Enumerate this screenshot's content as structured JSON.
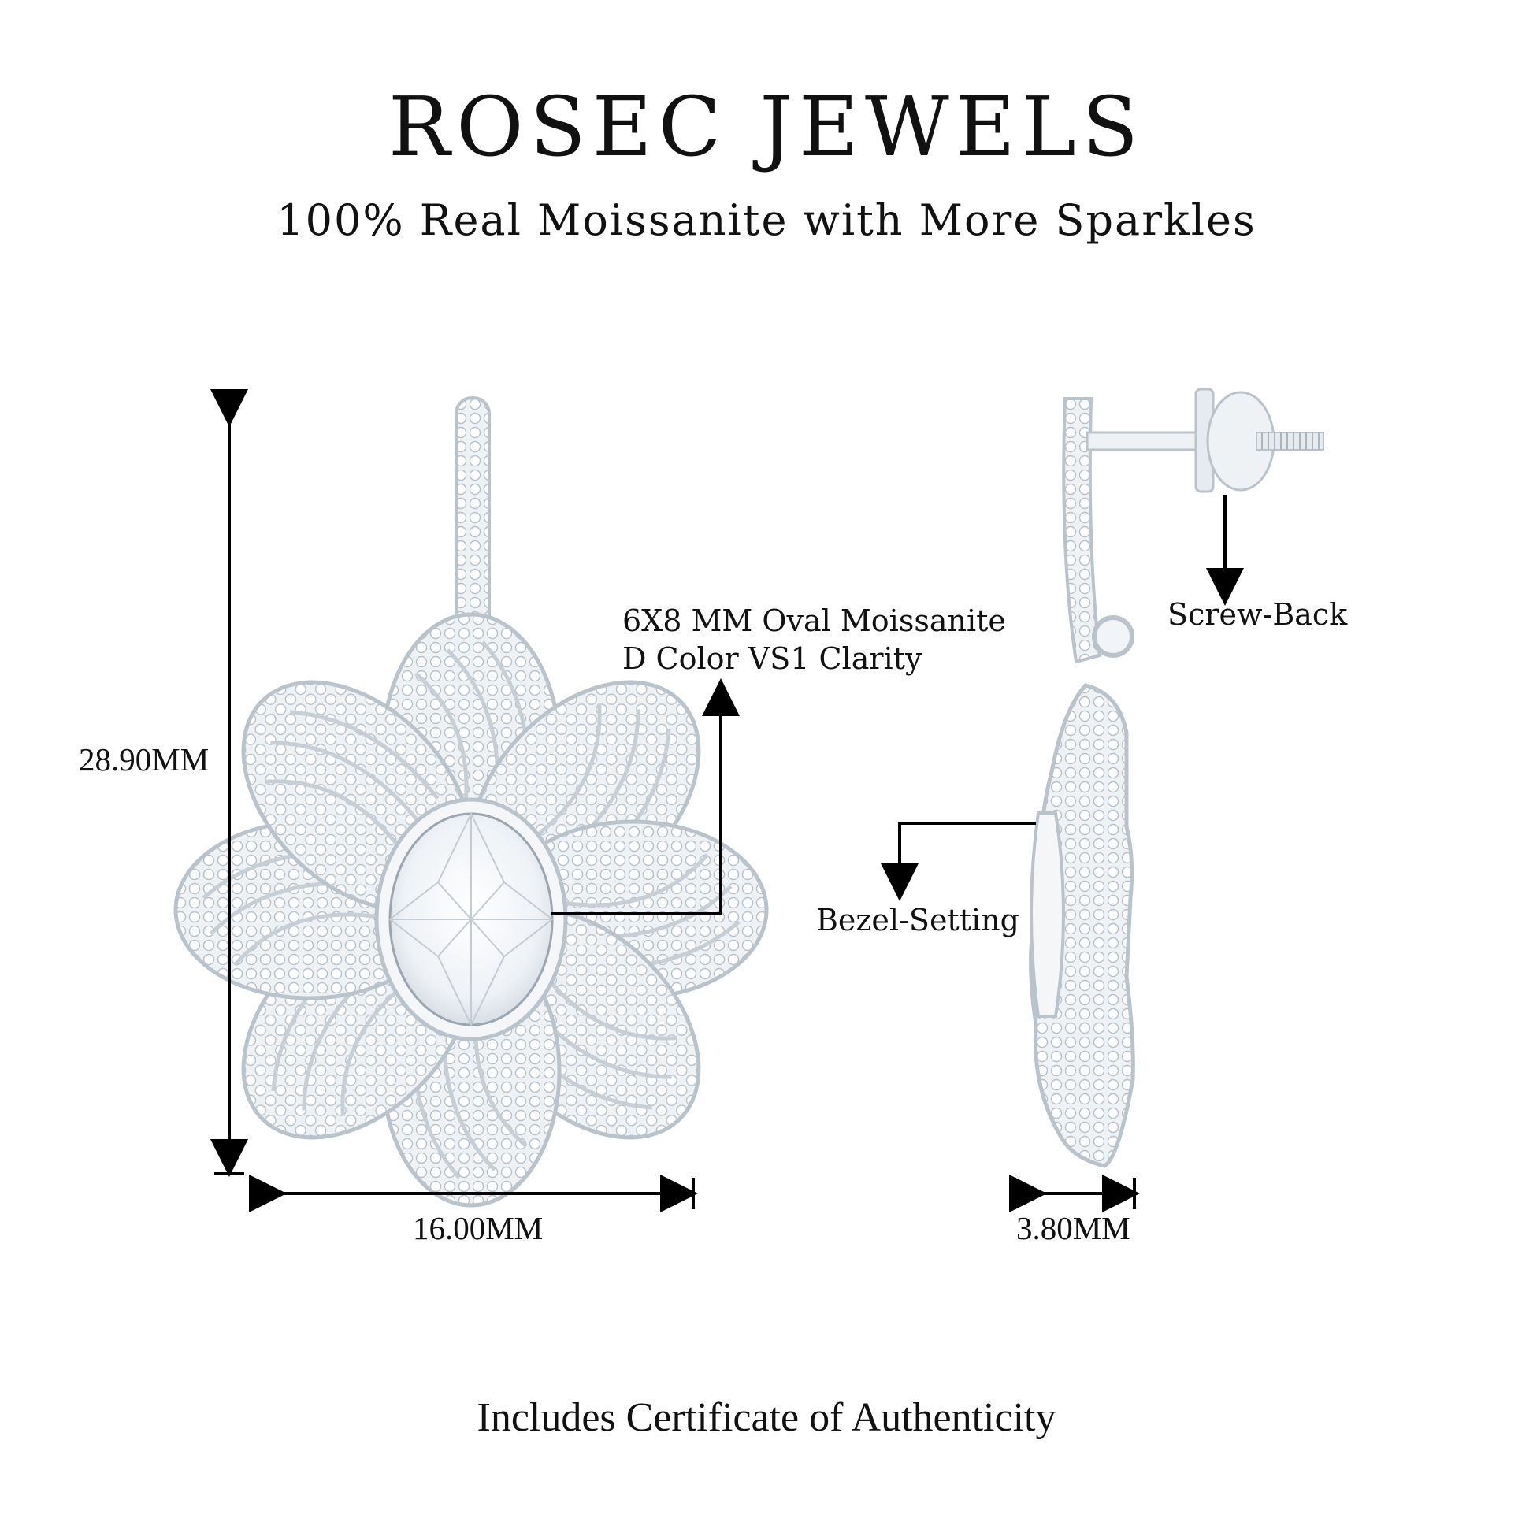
{
  "header": {
    "brand": "ROSEC JEWELS",
    "tagline": "100% Real Moissanite with More Sparkles"
  },
  "front_view": {
    "height_label": "28.90MM",
    "width_label": "16.00MM",
    "stone_callout_line1": "6X8 MM Oval Moissanite",
    "stone_callout_line2": "D Color VS1 Clarity"
  },
  "side_view": {
    "depth_label": "3.80MM",
    "screw_back_label": "Screw-Back",
    "bezel_label": "Bezel-Setting"
  },
  "footer": {
    "text": "Includes Certificate of Authenticity"
  },
  "colors": {
    "metal": "#e9eef2",
    "metal_edge": "#b9c3cc",
    "stone": "#f7f9fb",
    "line": "#000000"
  }
}
